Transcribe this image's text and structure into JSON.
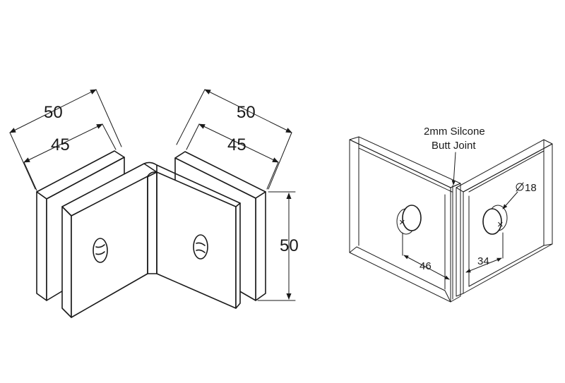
{
  "left_view": {
    "dim_outer_left": "50",
    "dim_inner_left": "45",
    "dim_outer_right": "50",
    "dim_inner_right": "45",
    "dim_height": "50"
  },
  "right_view": {
    "note_line1": "2mm Silcone",
    "note_line2": "Butt Joint",
    "dim_hole_diameter": "18",
    "dim_left_offset": "46",
    "dim_right_offset": "34"
  },
  "colors": {
    "line": "#1a1a1a",
    "background": "#ffffff"
  }
}
